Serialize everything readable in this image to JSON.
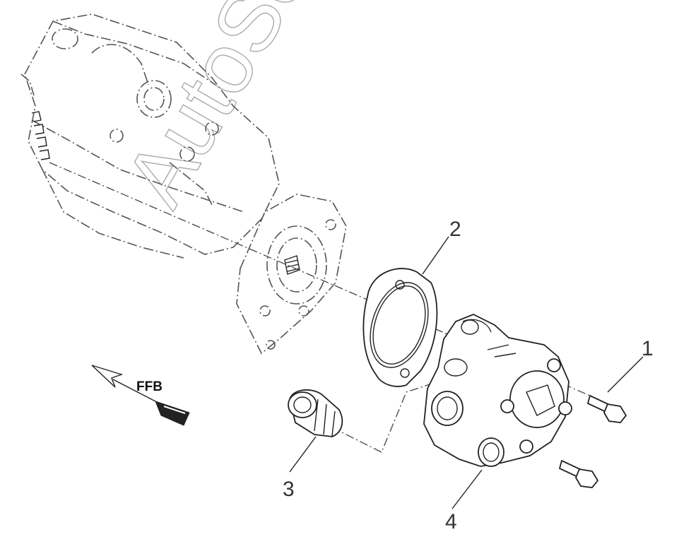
{
  "callouts": [
    {
      "id": "1",
      "label": "1"
    },
    {
      "id": "2",
      "label": "2"
    },
    {
      "id": "3",
      "label": "3"
    },
    {
      "id": "4",
      "label": "4"
    }
  ],
  "direction_label": "FFB",
  "watermark": "AutoSoft"
}
